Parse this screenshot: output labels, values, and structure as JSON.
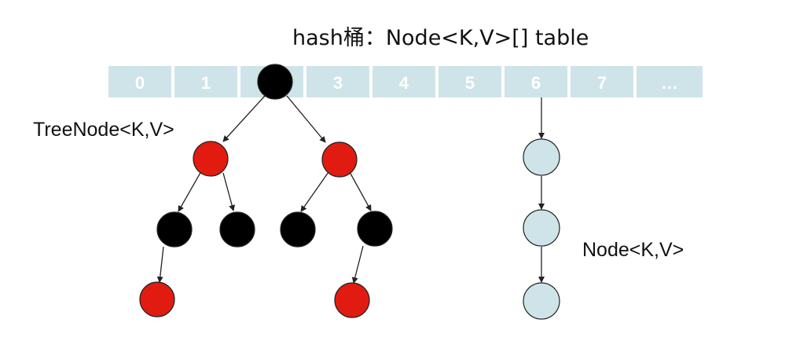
{
  "title": "hash桶：Node<K,V>[] table",
  "tree_label": "TreeNode<K,V>",
  "list_label": "Node<K,V>",
  "colors": {
    "bucket": "#cfe4e8",
    "bucket_text": "#ffffff",
    "red_node": "#e11b0f",
    "black_node": "#000000",
    "list_node": "#cfe4e8",
    "edge": "#222222"
  },
  "buckets": [
    "0",
    "1",
    "",
    "3",
    "4",
    "5",
    "6",
    "7",
    "…"
  ]
}
